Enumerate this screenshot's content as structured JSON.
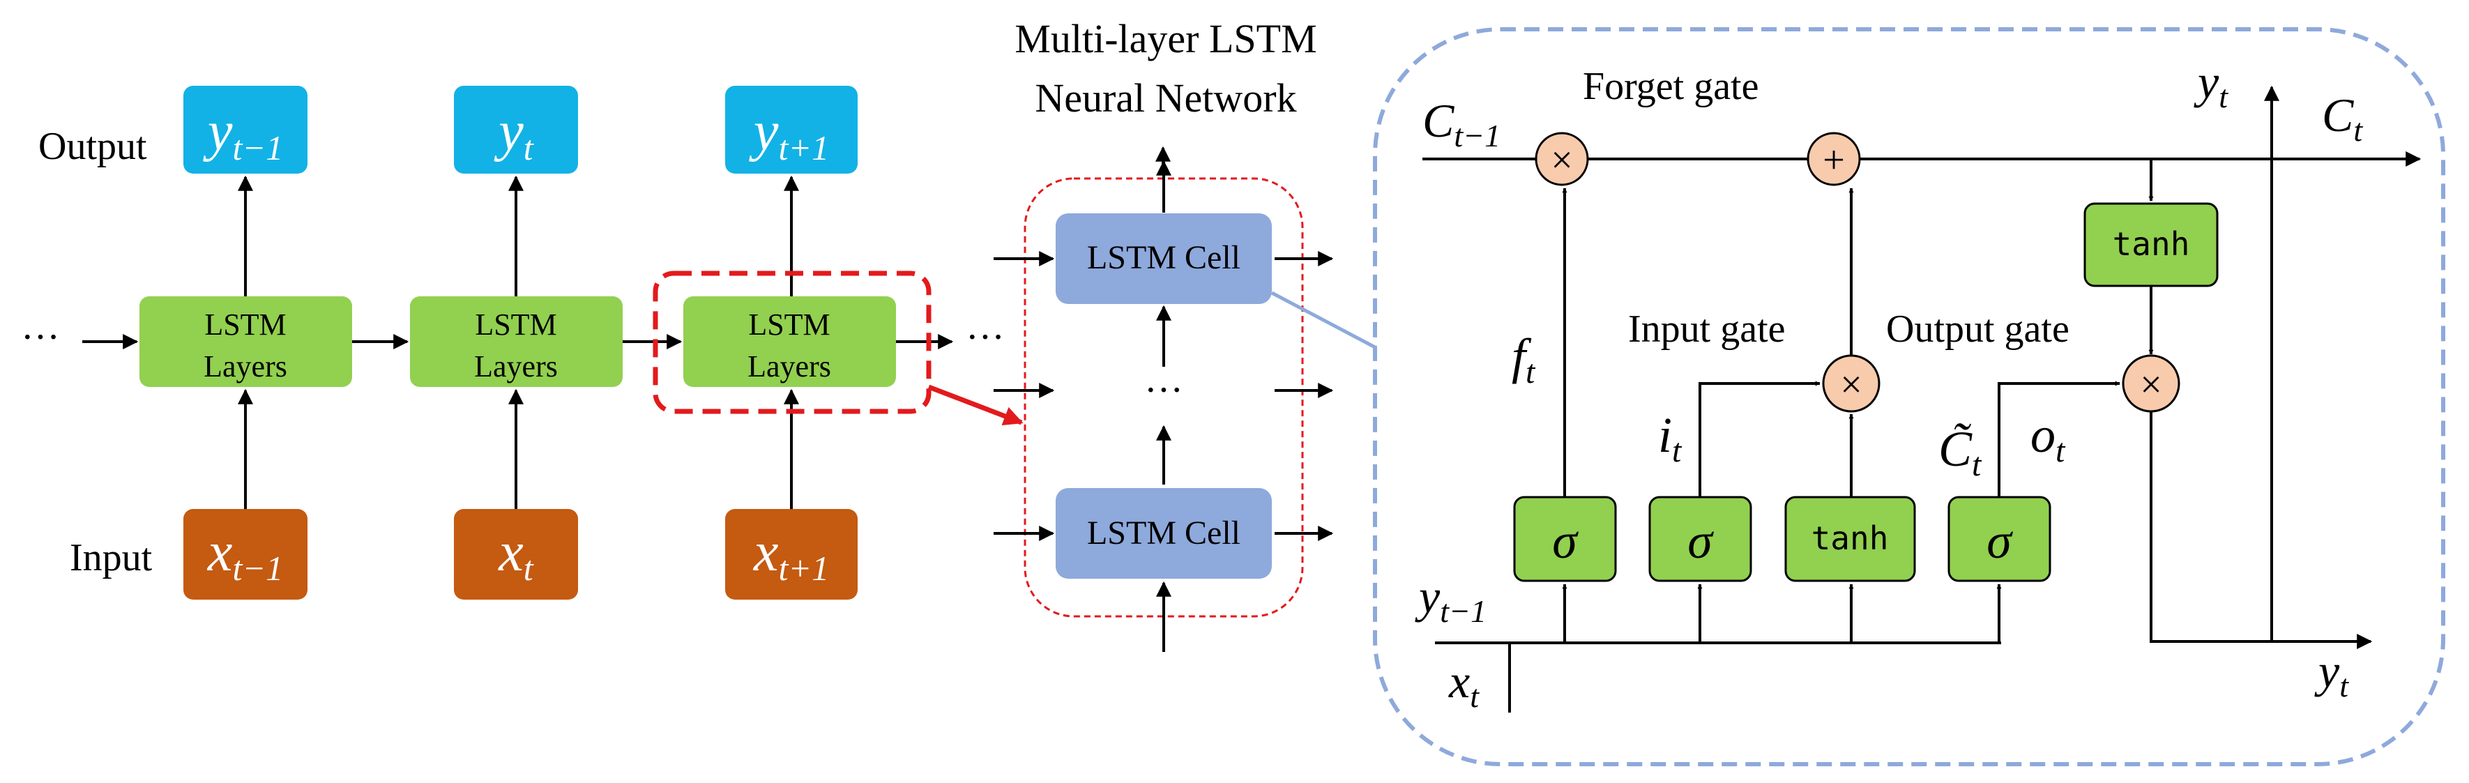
{
  "unroll": {
    "output_label": "Output",
    "input_label": "Input",
    "ellipsis": "···",
    "steps": [
      {
        "out_base": "y",
        "out_sub": "t−1",
        "layers_l1": "LSTM",
        "layers_l2": "Layers",
        "in_base": "x",
        "in_sub": "t−1"
      },
      {
        "out_base": "y",
        "out_sub": "t",
        "layers_l1": "LSTM",
        "layers_l2": "Layers",
        "in_base": "x",
        "in_sub": "t"
      },
      {
        "out_base": "y",
        "out_sub": "t+1",
        "layers_l1": "LSTM",
        "layers_l2": "Layers",
        "in_base": "x",
        "in_sub": "t+1"
      }
    ],
    "colors": {
      "output": "#12B2E6",
      "layers": "#92D050",
      "input": "#C55A11",
      "highlight": "#E31A1C"
    }
  },
  "multilayer": {
    "title_l1": "Multi-layer LSTM",
    "title_l2": "Neural Network",
    "cell_top": "LSTM Cell",
    "cell_bottom": "LSTM Cell",
    "ellipsis": "···",
    "colors": {
      "cell": "#8EA9DB",
      "border": "#E31A1C"
    }
  },
  "cell": {
    "c_prev_base": "C",
    "c_prev_sub": "t−1",
    "c_next_base": "C",
    "c_next_sub": "t",
    "y_top_base": "y",
    "y_top_sub": "t",
    "y_prev_base": "y",
    "y_prev_sub": "t−1",
    "x_base": "x",
    "x_sub": "t",
    "y_out_base": "y",
    "y_out_sub": "t",
    "forget_gate": "Forget gate",
    "input_gate": "Input gate",
    "output_gate": "Output gate",
    "f_base": "f",
    "f_sub": "t",
    "i_base": "i",
    "i_sub": "t",
    "c_tilde_base": "C̃",
    "c_tilde_sub": "t",
    "o_base": "o",
    "o_sub": "t",
    "mult": "×",
    "add": "+",
    "sigma": "σ",
    "tanh": "tanh",
    "colors": {
      "gate": "#92D050",
      "op": "#F8CBAD",
      "border": "#8EA9DB"
    }
  }
}
